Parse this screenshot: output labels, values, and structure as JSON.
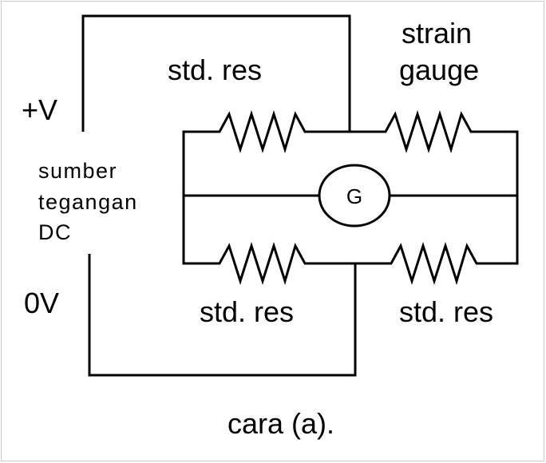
{
  "labels": {
    "plus_v": "+V",
    "zero_v": "0V",
    "source_line1": "sumber",
    "source_line2": "tegangan",
    "source_line3": "DC",
    "std_res_top": "std. res",
    "strain_gauge_line1": "strain",
    "strain_gauge_line2": "gauge",
    "std_res_bottom_left": "std. res",
    "std_res_bottom_right": "std. res",
    "galvanometer": "G",
    "caption": "cara (a)."
  }
}
